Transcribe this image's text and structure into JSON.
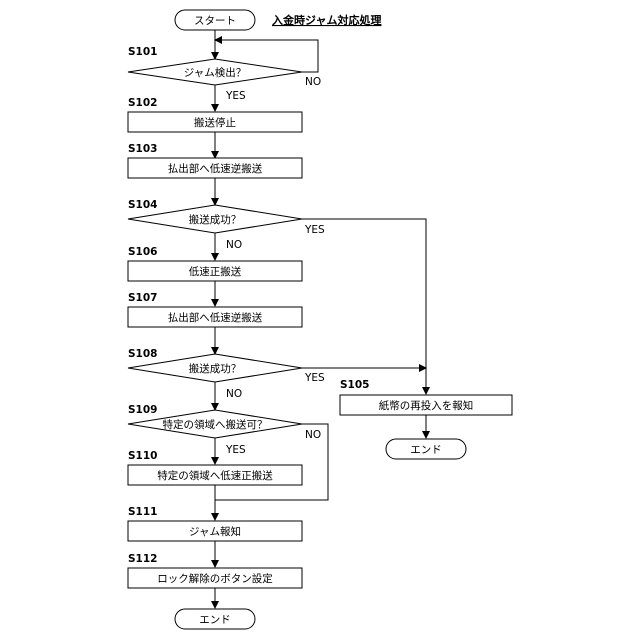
{
  "title": "入金時ジャム対応処理",
  "nodes": {
    "start": "スタート",
    "s101": "ジャム検出？",
    "s102": "搬送停止",
    "s103": "払出部へ低速逆搬送",
    "s104": "搬送成功？",
    "s106": "低速正搬送",
    "s107": "払出部へ低速逆搬送",
    "s108": "搬送成功？",
    "s109": "特定の領域へ搬送可？",
    "s110": "特定の領域へ低速正搬送",
    "s111": "ジャム報知",
    "s112": "ロック解除のボタン設定",
    "end_main": "エンド",
    "s105": "紙幣の再投入を報知",
    "end_right": "エンド"
  },
  "steps": {
    "s101": "S101",
    "s102": "S102",
    "s103": "S103",
    "s104": "S104",
    "s105": "S105",
    "s106": "S106",
    "s107": "S107",
    "s108": "S108",
    "s109": "S109",
    "s110": "S110",
    "s111": "S111",
    "s112": "S112"
  },
  "branches": {
    "s101_no": "NO",
    "s101_yes": "YES",
    "s104_yes": "YES",
    "s104_no": "NO",
    "s108_yes": "YES",
    "s108_no": "NO",
    "s109_no": "NO",
    "s109_yes": "YES"
  }
}
